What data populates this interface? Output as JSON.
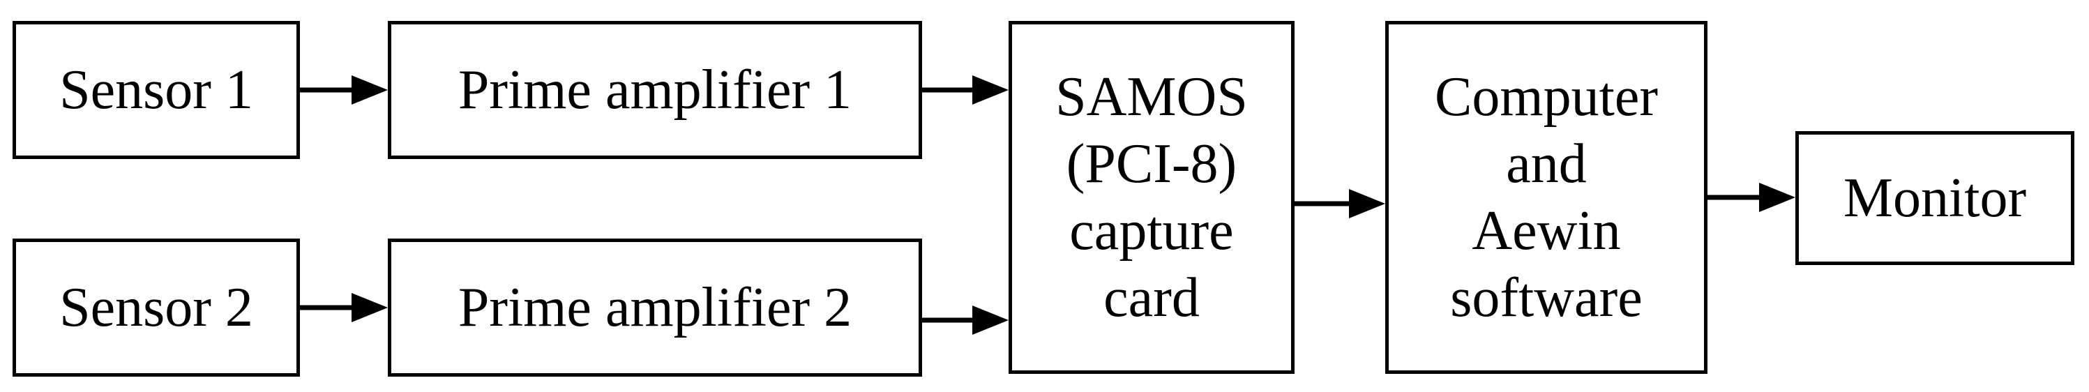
{
  "sensor1": {
    "label": "Sensor 1"
  },
  "sensor2": {
    "label": "Sensor 2"
  },
  "amp1": {
    "label": "Prime amplifier 1"
  },
  "amp2": {
    "label": "Prime amplifier 2"
  },
  "capture": {
    "lines": [
      "SAMOS",
      "(PCI-8)",
      "capture",
      "card"
    ]
  },
  "computer": {
    "lines": [
      "Computer",
      "and",
      "Aewin",
      "software"
    ]
  },
  "monitor": {
    "label": "Monitor"
  },
  "colors": {
    "stroke": "#000000",
    "fill": "#ffffff",
    "text": "#000000"
  }
}
